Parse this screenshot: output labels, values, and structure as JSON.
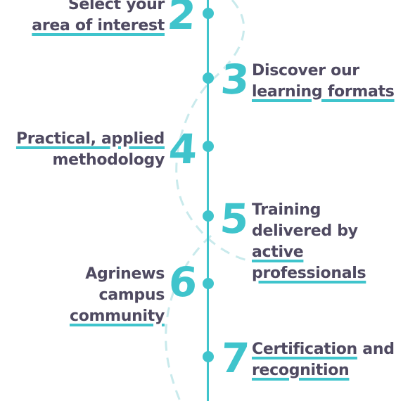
{
  "colors": {
    "accent": "#3fc4cc",
    "text": "#4f4a61",
    "dashed": "#c9eaec"
  },
  "steps": [
    {
      "number": "2",
      "side": "left",
      "lines": [
        "Select your",
        "area of interest"
      ]
    },
    {
      "number": "3",
      "side": "right",
      "lines": [
        "Discover our",
        "learning formats"
      ]
    },
    {
      "number": "4",
      "side": "left",
      "lines": [
        "Practical, applied",
        "methodology"
      ]
    },
    {
      "number": "5",
      "side": "right",
      "lines": [
        "Training",
        "delivered by",
        "active",
        "professionals"
      ]
    },
    {
      "number": "6",
      "side": "left",
      "lines": [
        "Agrinews",
        "campus",
        "community"
      ]
    },
    {
      "number": "7",
      "side": "right",
      "lines": [
        "Certification and",
        "recognition"
      ]
    }
  ]
}
